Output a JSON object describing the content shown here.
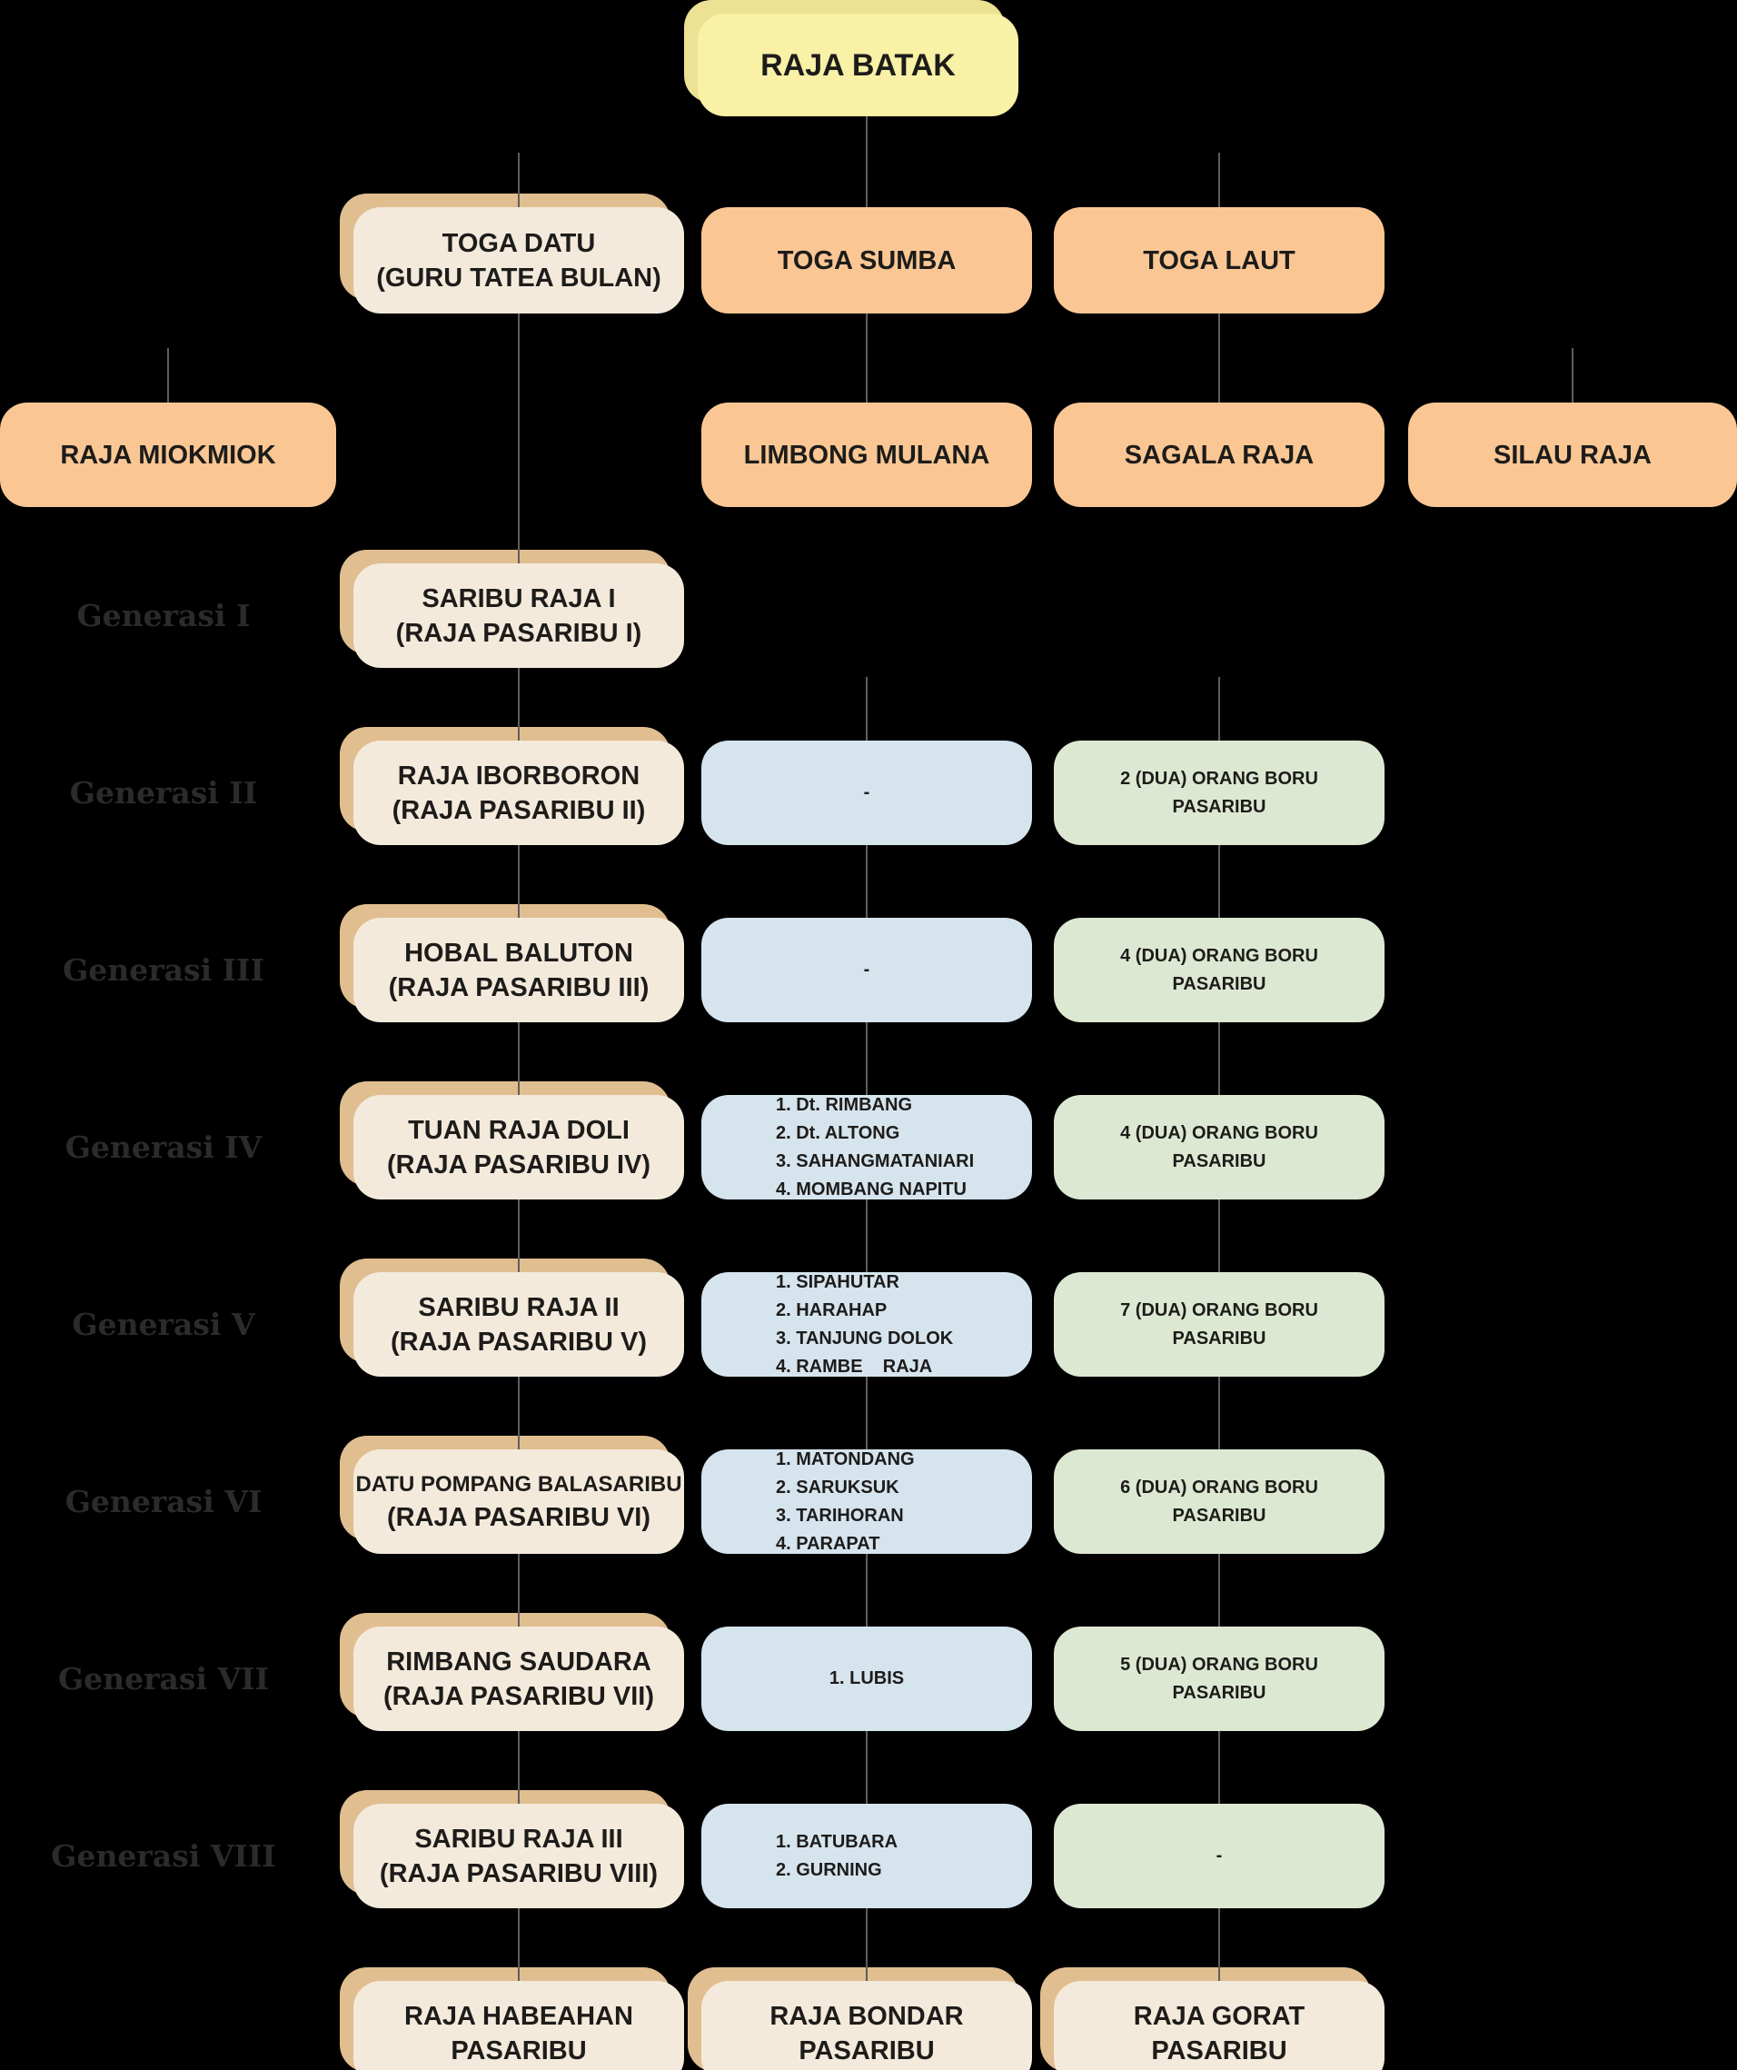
{
  "colors": {
    "background": "#000000",
    "root_fill": "#F8F1A6",
    "root_shadow": "#EDE294",
    "cream_fill": "#F4EADC",
    "cream_shadow": "#E0BE90",
    "orange_fill": "#FAC794",
    "blue_fill": "#D6E4EE",
    "green_fill": "#DDE8D3",
    "connector": "#5E5E5E",
    "box_text": "#1D1C1A",
    "label_text": "#2B2B2B"
  },
  "root": {
    "label": "RAJA BATAK"
  },
  "level2": [
    {
      "label": "TOGA DATU\n(GURU TATEA BULAN)"
    },
    {
      "label": "TOGA SUMBA"
    },
    {
      "label": "TOGA LAUT"
    }
  ],
  "level3": [
    {
      "label": "RAJA MIOKMIOK"
    },
    {
      "label": "LIMBONG MULANA"
    },
    {
      "label": "SAGALA RAJA"
    },
    {
      "label": "SILAU RAJA"
    }
  ],
  "generations": [
    {
      "label": "Generasi I",
      "name": "SARIBU RAJA I",
      "alias": "(RAJA PASARIBU I)",
      "sons": null,
      "boru": null
    },
    {
      "label": "Generasi II",
      "name": "RAJA IBORBORON",
      "alias": "(RAJA PASARIBU II)",
      "sons": "-",
      "boru": "2 (DUA) ORANG BORU\nPASARIBU"
    },
    {
      "label": "Generasi III",
      "name": "HOBAL BALUTON",
      "alias": "(RAJA PASARIBU III)",
      "sons": "-",
      "boru": "4 (DUA) ORANG BORU\nPASARIBU"
    },
    {
      "label": "Generasi IV",
      "name": "TUAN RAJA DOLI",
      "alias": "(RAJA PASARIBU IV)",
      "sons": "1. Dt. RIMBANG\n2. Dt. ALTONG\n3. SAHANGMATANIARI\n4. MOMBANG NAPITU",
      "boru": "4 (DUA) ORANG BORU\nPASARIBU"
    },
    {
      "label": "Generasi V",
      "name": "SARIBU RAJA II",
      "alias": "(RAJA PASARIBU V)",
      "sons": "1. SIPAHUTAR\n2. HARAHAP\n3. TANJUNG DOLOK\n4. RAMBE    RAJA",
      "boru": "7 (DUA) ORANG BORU\nPASARIBU"
    },
    {
      "label": "Generasi VI",
      "name": "DATU POMPANG BALASARIBU",
      "alias": "(RAJA PASARIBU VI)",
      "small_name": true,
      "sons": "1. MATONDANG\n2. SARUKSUK\n3. TARIHORAN\n4. PARAPAT",
      "boru": "6 (DUA) ORANG BORU\nPASARIBU"
    },
    {
      "label": "Generasi VII",
      "name": "RIMBANG SAUDARA",
      "alias": "(RAJA PASARIBU VII)",
      "sons": "1. LUBIS",
      "boru": "5 (DUA) ORANG BORU\nPASARIBU"
    },
    {
      "label": "Generasi VIII",
      "name": "SARIBU RAJA III",
      "alias": "(RAJA PASARIBU VIII)",
      "sons": "1. BATUBARA\n2. GURNING",
      "boru": "-"
    }
  ],
  "bottom_row": [
    {
      "label": "RAJA HABEAHAN\nPASARIBU"
    },
    {
      "label": "RAJA BONDAR\nPASARIBU"
    },
    {
      "label": "RAJA GORAT\nPASARIBU"
    }
  ]
}
